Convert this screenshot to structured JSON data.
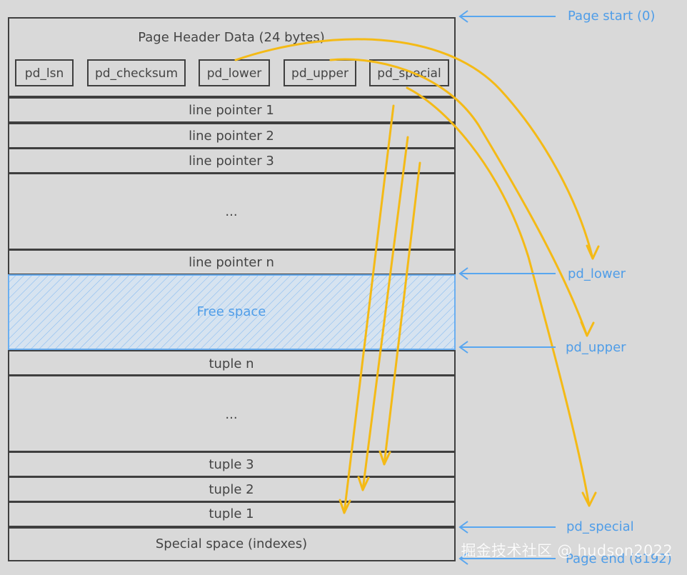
{
  "header": {
    "title": "Page Header Data (24 bytes)",
    "fields": [
      "pd_lsn",
      "pd_checksum",
      "pd_lower",
      "pd_upper",
      "pd_special"
    ]
  },
  "rows": {
    "line_pointer_1": "line pointer 1",
    "line_pointer_2": "line pointer 2",
    "line_pointer_3": "line pointer 3",
    "line_pointer_ellipsis": "...",
    "line_pointer_n": "line pointer n",
    "free_space": "Free space",
    "tuple_n": "tuple n",
    "tuple_ellipsis": "...",
    "tuple_3": "tuple 3",
    "tuple_2": "tuple 2",
    "tuple_1": "tuple 1",
    "special_space": "Special space (indexes)"
  },
  "pointers": {
    "page_start": "Page start (0)",
    "pd_lower": "pd_lower",
    "pd_upper": "pd_upper",
    "pd_special": "pd_special",
    "page_end": "Page end (8192)"
  },
  "watermark": "掘金技术社区 @ hudson2022",
  "colors": {
    "background": "#d9d9d9",
    "stroke": "#3f3f3f",
    "accent_blue": "#4f9de8",
    "accent_yellow": "#f4ba16"
  }
}
